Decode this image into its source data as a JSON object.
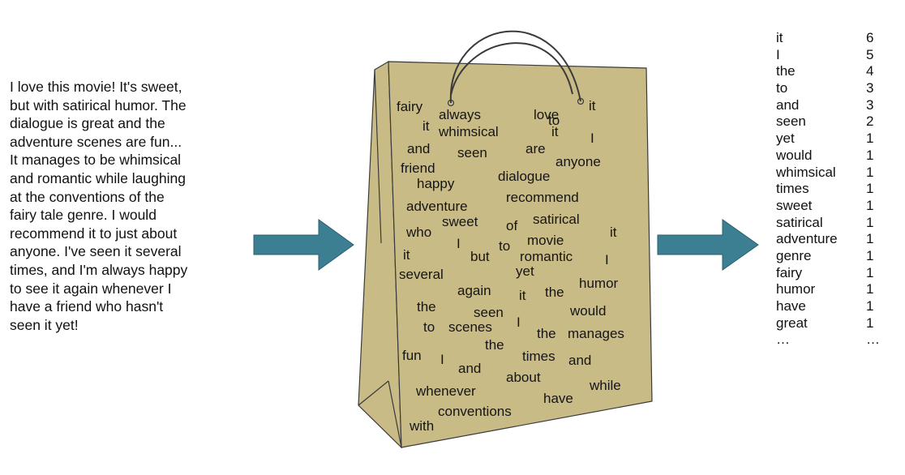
{
  "review": {
    "lines": [
      "I love this movie! It's sweet,",
      "but with satirical humor. The",
      "dialogue is great and the",
      "adventure scenes are fun...",
      "It manages to be whimsical",
      "and romantic while laughing",
      "at the conventions of the",
      "fairy tale genre. I would",
      "recommend it to just about",
      "anyone. I've seen it several",
      "times, and I'm always happy",
      "to see it again whenever I",
      "have a friend who hasn't",
      "seen it yet!"
    ]
  },
  "bag": {
    "words": [
      "fairy",
      "always",
      "love",
      "to",
      "it",
      "it",
      "whimsical",
      "it",
      "I",
      "and",
      "seen",
      "are",
      "anyone",
      "friend",
      "happy",
      "dialogue",
      "adventure",
      "recommend",
      "who",
      "sweet",
      "of",
      "satirical",
      "movie",
      "it",
      "it",
      "I",
      "but",
      "to",
      "romantic",
      "I",
      "several",
      "yet",
      "again",
      "it",
      "the",
      "humor",
      "the",
      "seen",
      "would",
      "to",
      "scenes",
      "I",
      "the",
      "manages",
      "the",
      "times",
      "and",
      "fun",
      "I",
      "and",
      "about",
      "while",
      "whenever",
      "have",
      "conventions",
      "with"
    ],
    "fill_color": "#c9bb86",
    "stroke_color": "#3a3a3a"
  },
  "arrows": {
    "color": "#3c7f93"
  },
  "counts": {
    "rows": [
      {
        "word": "it",
        "count": "6"
      },
      {
        "word": "I",
        "count": "5"
      },
      {
        "word": "the",
        "count": "4"
      },
      {
        "word": "to",
        "count": "3"
      },
      {
        "word": "and",
        "count": "3"
      },
      {
        "word": "seen",
        "count": "2"
      },
      {
        "word": "yet",
        "count": "1"
      },
      {
        "word": "would",
        "count": "1"
      },
      {
        "word": "whimsical",
        "count": "1"
      },
      {
        "word": "times",
        "count": "1"
      },
      {
        "word": "sweet",
        "count": "1"
      },
      {
        "word": "satirical",
        "count": "1"
      },
      {
        "word": "adventure",
        "count": "1"
      },
      {
        "word": "genre",
        "count": "1"
      },
      {
        "word": "fairy",
        "count": "1"
      },
      {
        "word": "humor",
        "count": "1"
      },
      {
        "word": "have",
        "count": "1"
      },
      {
        "word": "great",
        "count": "1"
      },
      {
        "word": "…",
        "count": "…"
      }
    ]
  }
}
